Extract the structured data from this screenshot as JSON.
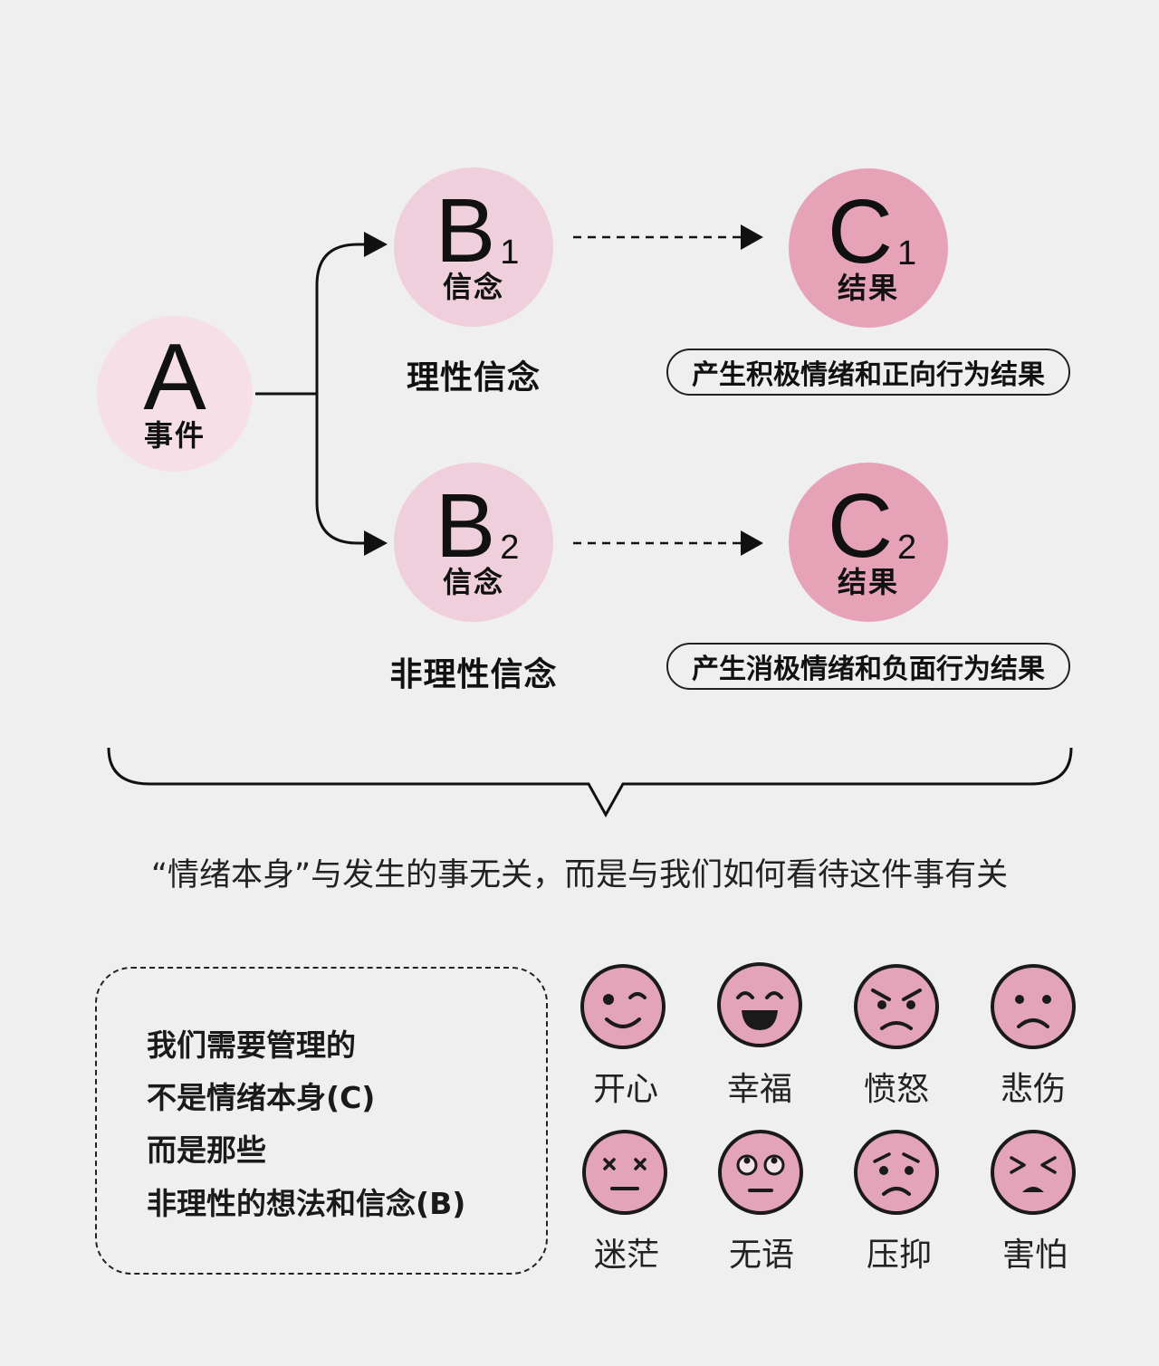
{
  "colors": {
    "background": "#efefef",
    "a_circle": "#f6dfe6",
    "b_circle": "#efcfdb",
    "c_circle": "#e6a3b8",
    "face_fill": "#e3a3b9",
    "stroke": "#1a1a1a"
  },
  "node_a": {
    "letter": "A",
    "caption": "事件"
  },
  "node_b1": {
    "letter": "B",
    "sub": "1",
    "caption": "信念",
    "label": "理性信念"
  },
  "node_b2": {
    "letter": "B",
    "sub": "2",
    "caption": "信念",
    "label": "非理性信念"
  },
  "node_c1": {
    "letter": "C",
    "sub": "1",
    "caption": "结果",
    "result": "产生积极情绪和正向行为结果"
  },
  "node_c2": {
    "letter": "C",
    "sub": "2",
    "caption": "结果",
    "result": "产生消极情绪和负面行为结果"
  },
  "headline": "“情绪本身”与发生的事无关，而是与我们如何看待这件事有关",
  "note": {
    "lines": [
      "我们需要管理的",
      "不是情绪本身(C)",
      "而是那些",
      "非理性的想法和信念(B)"
    ]
  },
  "emotions": [
    {
      "label": "开心",
      "icon": "wink-smile-icon"
    },
    {
      "label": "幸福",
      "icon": "laughing-icon"
    },
    {
      "label": "愤怒",
      "icon": "angry-icon"
    },
    {
      "label": "悲伤",
      "icon": "sad-icon"
    },
    {
      "label": "迷茫",
      "icon": "dizzy-icon"
    },
    {
      "label": "无语",
      "icon": "eye-roll-icon"
    },
    {
      "label": "压抑",
      "icon": "worried-icon"
    },
    {
      "label": "害怕",
      "icon": "scared-icon"
    }
  ]
}
